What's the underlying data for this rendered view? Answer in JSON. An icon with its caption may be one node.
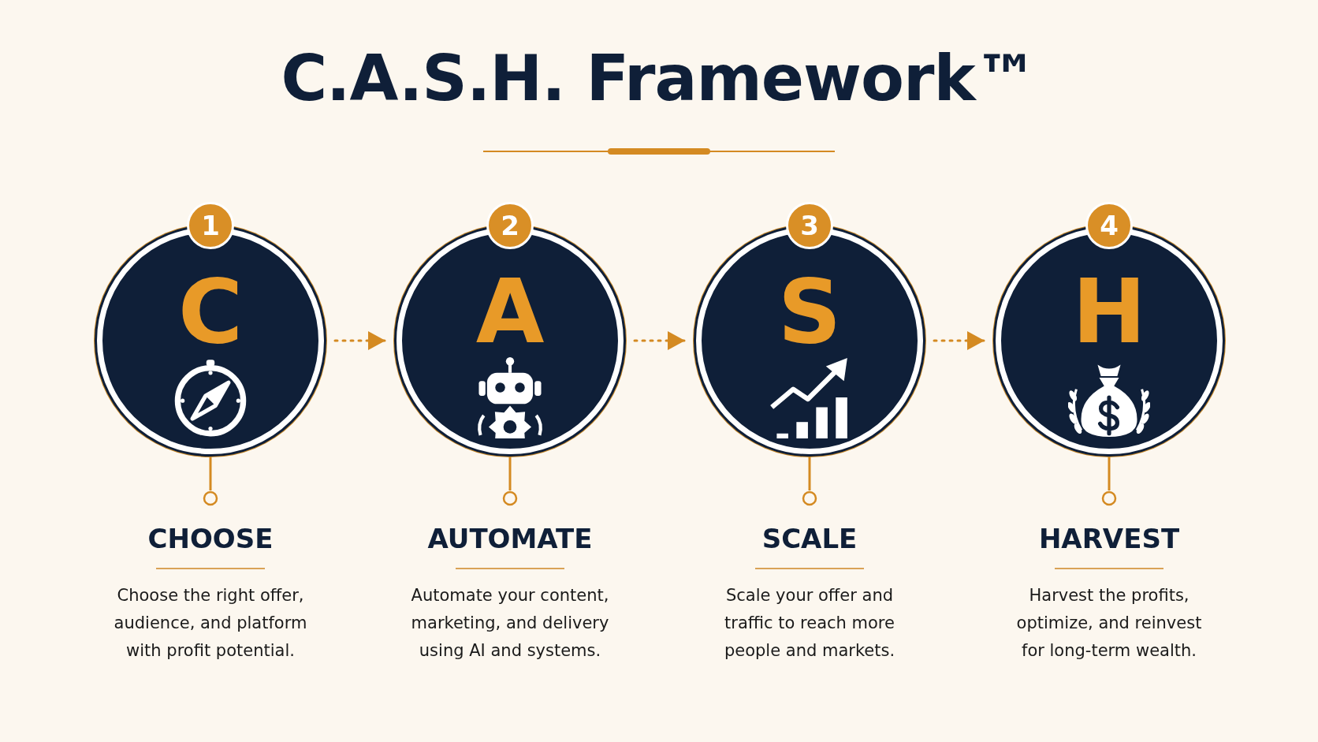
{
  "diagram": {
    "title": "C.A.S.H. Framework™",
    "nodes": [
      {
        "text": [
          "1"
        ]
      },
      {
        "text": [
          "C"
        ]
      },
      {
        "text": [
          "CHOOSE",
          "Choose the right offer, audience, and platform with profit potential."
        ]
      },
      {
        "text": [
          "2"
        ]
      },
      {
        "text": [
          "A"
        ]
      },
      {
        "text": [
          "AUTOMATE",
          "Automate your content, marketing, and delivery using AI and systems."
        ]
      },
      {
        "text": [
          "3"
        ]
      },
      {
        "text": [
          "S"
        ]
      },
      {
        "text": [
          "SCALE",
          "Scale your offer and traffic to reach more people and markets."
        ]
      },
      {
        "text": [
          "4"
        ]
      },
      {
        "text": [
          "H"
        ]
      },
      {
        "text": [
          "HARVEST",
          "Harvest the profits, optimize, and reinvest for long-term wealth."
        ]
      }
    ],
    "edges": [
      {
        "from": 1,
        "to": 4,
        "arrow": "to",
        "style": "dashed"
      },
      {
        "from": 4,
        "to": 7,
        "arrow": "to",
        "style": "dashed"
      },
      {
        "from": 7,
        "to": 10,
        "arrow": "to",
        "style": "dashed"
      },
      {
        "from": 1,
        "to": 2,
        "arrow": "other"
      },
      {
        "from": 4,
        "to": 5,
        "arrow": "other"
      },
      {
        "from": 7,
        "to": 8,
        "arrow": "other"
      },
      {
        "from": 10,
        "to": 11,
        "arrow": "other"
      }
    ]
  }
}
